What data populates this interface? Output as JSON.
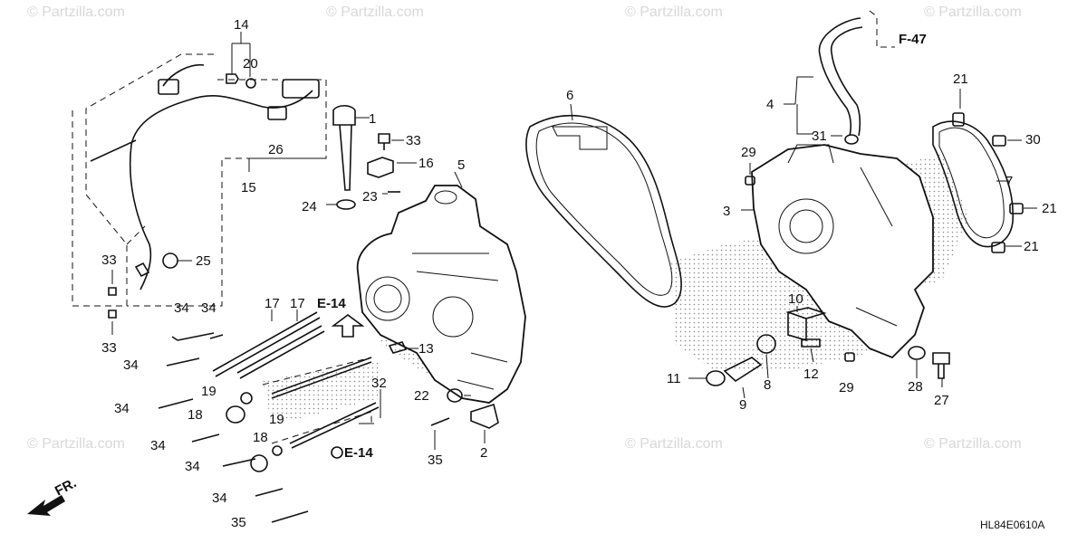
{
  "diagram": {
    "code": "HL84E0610A",
    "front_label": "FR.",
    "watermark": "© Partzilla.com",
    "ref_e14_top": "E-14",
    "ref_e14_bottom": "E-14",
    "ref_f47": "F-47",
    "callouts": {
      "c1": "1",
      "c2": "2",
      "c3": "3",
      "c4": "4",
      "c5": "5",
      "c6": "6",
      "c7": "7",
      "c8": "8",
      "c9": "9",
      "c10": "10",
      "c11": "11",
      "c12": "12",
      "c13": "13",
      "c14": "14",
      "c15": "15",
      "c16": "16",
      "c17a": "17",
      "c17b": "17",
      "c18a": "18",
      "c18b": "18",
      "c19a": "19",
      "c19b": "19",
      "c20": "20",
      "c21a": "21",
      "c21b": "21",
      "c21c": "21",
      "c22": "22",
      "c23": "23",
      "c24": "24",
      "c25": "25",
      "c26": "26",
      "c27": "27",
      "c28": "28",
      "c29a": "29",
      "c29b": "29",
      "c30": "30",
      "c31": "31",
      "c32": "32",
      "c33a": "33",
      "c33b": "33",
      "c33c": "33",
      "c34a": "34",
      "c34b": "34",
      "c34c": "34",
      "c34d": "34",
      "c34e": "34",
      "c34f": "34",
      "c34g": "34",
      "c35a": "35",
      "c35b": "35"
    }
  }
}
